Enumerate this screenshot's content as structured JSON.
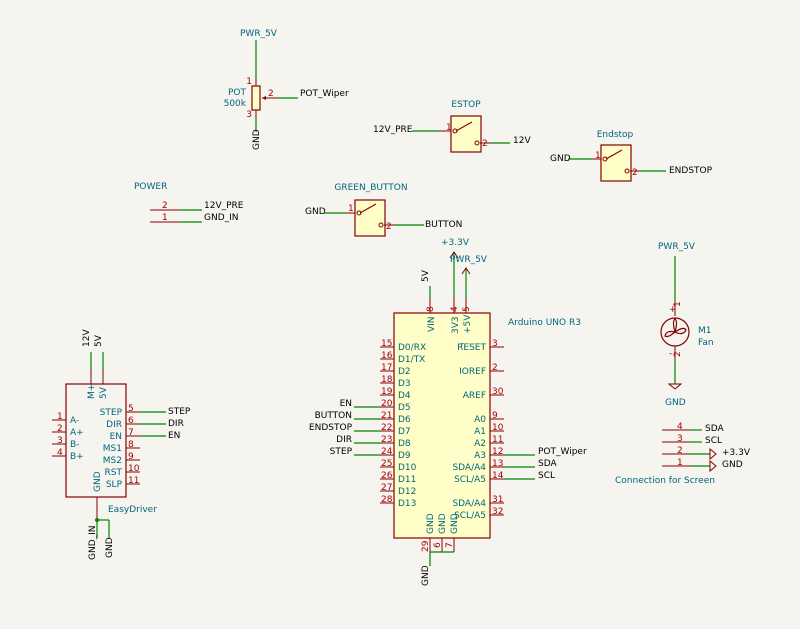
{
  "pot": {
    "ref": "POT",
    "value": "500k",
    "top": "PWR_5V",
    "bottom": "GND",
    "wiper_pin": "2",
    "wiper_net": "POT_Wiper",
    "pin1": "1",
    "pin3": "3"
  },
  "estop": {
    "ref": "ESTOP",
    "left_net": "12V_PRE",
    "right_net": "12V",
    "pin1": "1",
    "pin2": "2"
  },
  "endstop": {
    "ref": "Endstop",
    "left_net": "GND",
    "right_net": "ENDSTOP",
    "pin1": "1",
    "pin2": "2"
  },
  "power": {
    "ref": "POWER",
    "pins": [
      {
        "num": "2",
        "net": "12V_PRE"
      },
      {
        "num": "1",
        "net": "GND_IN"
      }
    ]
  },
  "green_button": {
    "ref": "GREEN_BUTTON",
    "left_net": "GND",
    "right_net": "BUTTON",
    "pin1": "1",
    "pin2": "2"
  },
  "fan": {
    "top": "PWR_5V",
    "ref": "M1",
    "value": "Fan",
    "pin_plus": "1",
    "pin_minus": "2",
    "plus": "+",
    "minus": "-",
    "bottom": "GND"
  },
  "arduino": {
    "ref": "Arduino UNO R3",
    "top_pins": [
      {
        "num": "8",
        "name": "VIN",
        "net": "5V"
      },
      {
        "num": "4",
        "name": "3V3",
        "net": "+3.3V"
      },
      {
        "num": "5",
        "name": "+5V",
        "net": "PWR_5V"
      }
    ],
    "left_pins": [
      {
        "num": "15",
        "name": "D0/RX",
        "net": ""
      },
      {
        "num": "16",
        "name": "D1/TX",
        "net": ""
      },
      {
        "num": "17",
        "name": "D2",
        "net": ""
      },
      {
        "num": "18",
        "name": "D3",
        "net": ""
      },
      {
        "num": "19",
        "name": "D4",
        "net": ""
      },
      {
        "num": "20",
        "name": "D5",
        "net": "EN"
      },
      {
        "num": "21",
        "name": "D6",
        "net": "BUTTON"
      },
      {
        "num": "22",
        "name": "D7",
        "net": "ENDSTOP"
      },
      {
        "num": "23",
        "name": "D8",
        "net": "DIR"
      },
      {
        "num": "24",
        "name": "D9",
        "net": "STEP"
      },
      {
        "num": "25",
        "name": "D10",
        "net": ""
      },
      {
        "num": "26",
        "name": "D11",
        "net": ""
      },
      {
        "num": "27",
        "name": "D12",
        "net": ""
      },
      {
        "num": "28",
        "name": "D13",
        "net": ""
      }
    ],
    "right_pins": [
      {
        "num": "3",
        "name": "RESET",
        "net": ""
      },
      {
        "num": "2",
        "name": "IOREF",
        "net": ""
      },
      {
        "num": "30",
        "name": "AREF",
        "net": ""
      },
      {
        "num": "9",
        "name": "A0",
        "net": ""
      },
      {
        "num": "10",
        "name": "A1",
        "net": ""
      },
      {
        "num": "11",
        "name": "A2",
        "net": ""
      },
      {
        "num": "12",
        "name": "A3",
        "net": "POT_Wiper"
      },
      {
        "num": "13",
        "name": "SDA/A4",
        "net": "SDA"
      },
      {
        "num": "14",
        "name": "SCL/A5",
        "net": "SCL"
      },
      {
        "num": "31",
        "name": "SDA/A4",
        "net": ""
      },
      {
        "num": "32",
        "name": "SCL/A5",
        "net": ""
      }
    ],
    "bottom_pins": [
      {
        "num": "29",
        "name": "GND"
      },
      {
        "num": "6",
        "name": "GND"
      },
      {
        "num": "7",
        "name": "GND"
      }
    ],
    "gnd_net": "GND"
  },
  "easydriver": {
    "ref": "EasyDriver",
    "top_pins": [
      {
        "num": "",
        "name": "M+",
        "net": "12V"
      },
      {
        "num": "",
        "name": "5V",
        "net": "5V"
      }
    ],
    "left_pins": [
      {
        "num": "1",
        "name": "A-"
      },
      {
        "num": "2",
        "name": "A+"
      },
      {
        "num": "3",
        "name": "B-"
      },
      {
        "num": "4",
        "name": "B+"
      }
    ],
    "right_pins": [
      {
        "num": "5",
        "name": "STEP",
        "net": "STEP"
      },
      {
        "num": "6",
        "name": "DIR",
        "net": "DIR"
      },
      {
        "num": "7",
        "name": "EN",
        "net": "EN"
      },
      {
        "num": "8",
        "name": "MS1",
        "net": ""
      },
      {
        "num": "9",
        "name": "MS2",
        "net": ""
      },
      {
        "num": "10",
        "name": "RST",
        "net": ""
      },
      {
        "num": "11",
        "name": "SLP",
        "net": ""
      }
    ],
    "gnd_name": "GND",
    "bottom_nets": [
      "GND_IN",
      "GND"
    ]
  },
  "screen": {
    "ref": "Connection for Screen",
    "pins": [
      {
        "num": "4",
        "net": "SDA"
      },
      {
        "num": "3",
        "net": "SCL"
      },
      {
        "num": "2",
        "net": "+3.3V"
      },
      {
        "num": "1",
        "net": "GND"
      }
    ]
  }
}
